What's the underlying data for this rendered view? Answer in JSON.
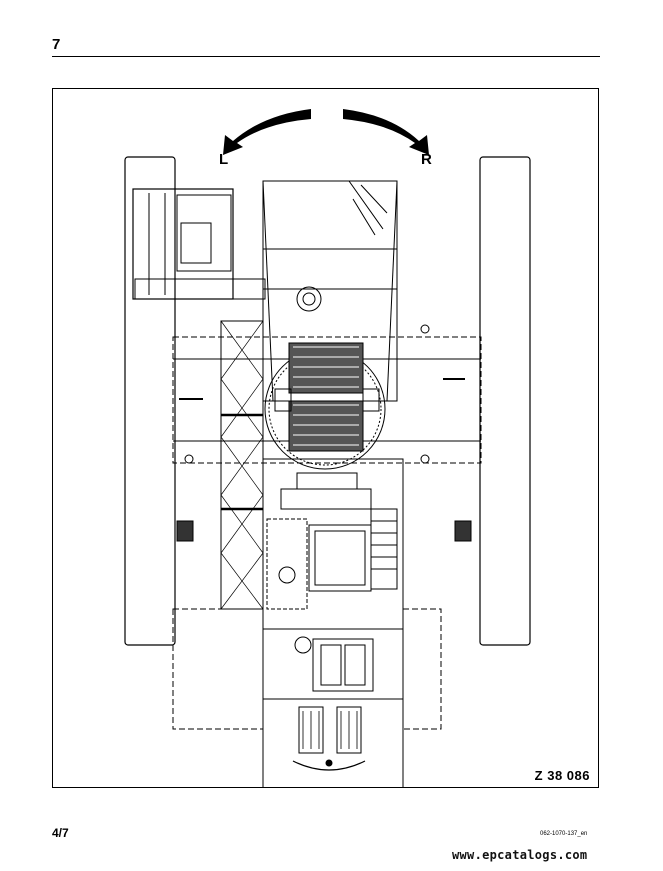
{
  "header": {
    "page_number": "7"
  },
  "figure": {
    "direction_left": "L",
    "direction_right": "R",
    "figure_code": "Z 38 086"
  },
  "footer": {
    "page_ref": "4/7",
    "document_code": "062-1070-137_en",
    "watermark": "www.epcatalogs.com"
  }
}
